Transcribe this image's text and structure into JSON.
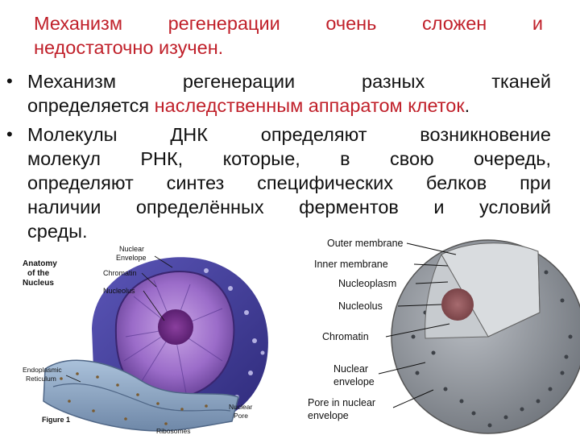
{
  "text": {
    "intro_a": "Механизм регенерации очень сложен и",
    "intro_b": "недостаточно изучен.",
    "b1_l1": "Механизм регенерации разных тканей",
    "b1_l2_pre": "определяется ",
    "b1_l2_red": "наследственным аппаратом клеток",
    "b1_l2_post": ".",
    "b2_l1": "Молекулы ДНК определяют возникновение",
    "b2_l2": "молекул РНК, которые, в свою очередь,",
    "b2_l3": "определяют синтез специфических белков при",
    "b2_l4": "наличии определённых ферментов и условий",
    "b2_l5": "среды.",
    "bullet": "•"
  },
  "figure_left": {
    "title_1": "Anatomy",
    "title_2": "of the",
    "title_3": "Nucleus",
    "nuclear_env_1": "Nuclear",
    "nuclear_env_2": "Envelope",
    "chromatin": "Chromatin",
    "nucleolus": "Nucleolus",
    "er_1": "Endoplasmic",
    "er_2": "Reticulum",
    "figure": "Figure 1",
    "pore_1": "Nuclear",
    "pore_2": "Pore",
    "ribosomes": "Ribosomes"
  },
  "figure_right": {
    "outer": "Outer membrane",
    "inner": "Inner membrane",
    "nucleoplasm": "Nucleoplasm",
    "nucleolus": "Nucleolus",
    "chromatin": "Chromatin",
    "env_1": "Nuclear",
    "env_2": "envelope",
    "pore_1": "Pore in nuclear",
    "pore_2": "envelope"
  },
  "colors": {
    "accent_red": "#c0202a",
    "purple": "#7a4fa8",
    "gray": "#8a8f96"
  }
}
